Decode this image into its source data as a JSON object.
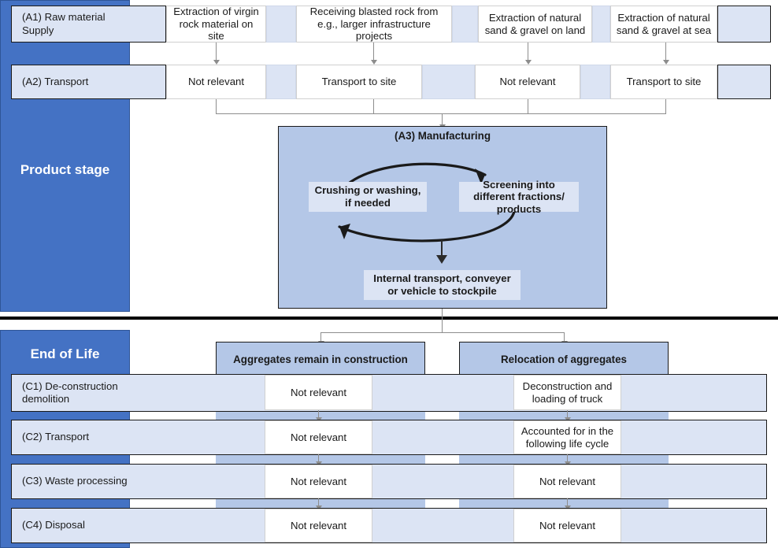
{
  "diagram": {
    "title_hidden": "Life cycle stages for aggregates",
    "colors": {
      "stage_blue": "#4472c4",
      "light_blue": "#dce4f4",
      "medium_blue": "#b4c7e7",
      "white": "#ffffff",
      "connector_grey": "#8d8d8d",
      "divider_black": "#000000"
    }
  },
  "product_stage": {
    "stage_label": "Product stage",
    "rows": [
      {
        "label": "(A1) Raw material Supply",
        "label_line1": "(A1) Raw material",
        "label_line2": "Supply",
        "cells": [
          {
            "text": "Extraction of virgin rock material on site",
            "type": "white"
          },
          {
            "text": "",
            "type": "lightblue"
          },
          {
            "text": "Receiving blasted rock from e.g., larger infrastructure projects",
            "type": "white"
          },
          {
            "text": "",
            "type": "lightblue"
          },
          {
            "text": "Extraction of natural sand & gravel on land",
            "type": "white"
          },
          {
            "text": "",
            "type": "lightblue"
          },
          {
            "text": "Extraction of natural sand & gravel at sea",
            "type": "white"
          },
          {
            "text": "",
            "type": "lightblue"
          }
        ]
      },
      {
        "label": "(A2) Transport",
        "cells": [
          {
            "text": "Not relevant",
            "type": "white"
          },
          {
            "text": "",
            "type": "lightblue"
          },
          {
            "text": "Transport to site",
            "type": "white"
          },
          {
            "text": "",
            "type": "lightblue"
          },
          {
            "text": "Not relevant",
            "type": "white"
          },
          {
            "text": "",
            "type": "lightblue"
          },
          {
            "text": "Transport to site",
            "type": "white"
          },
          {
            "text": "",
            "type": "lightblue"
          }
        ]
      }
    ],
    "manufacturing": {
      "title": "(A3) Manufacturing",
      "left_process": "Crushing or washing, if needed",
      "right_process": "Screening into different fractions/ products",
      "output_process": "Internal transport, conveyer or vehicle to stockpile"
    }
  },
  "end_of_life": {
    "stage_label": "End of Life",
    "scenarios": [
      {
        "title": "Aggregates remain in construction"
      },
      {
        "title": "Relocation of aggregates"
      }
    ],
    "rows": [
      {
        "label": "(C1) De-construction demolition",
        "label_line1": "(C1) De-construction",
        "label_line2": "demolition",
        "scenario_a": "Not relevant",
        "scenario_b": "Deconstruction and loading of truck"
      },
      {
        "label": "(C2) Transport",
        "scenario_a": "Not relevant",
        "scenario_b": "Accounted for in the following life cycle"
      },
      {
        "label": "(C3) Waste processing",
        "scenario_a": "Not relevant",
        "scenario_b": "Not relevant"
      },
      {
        "label": "(C4) Disposal",
        "scenario_a": "Not relevant",
        "scenario_b": "Not relevant"
      }
    ]
  }
}
